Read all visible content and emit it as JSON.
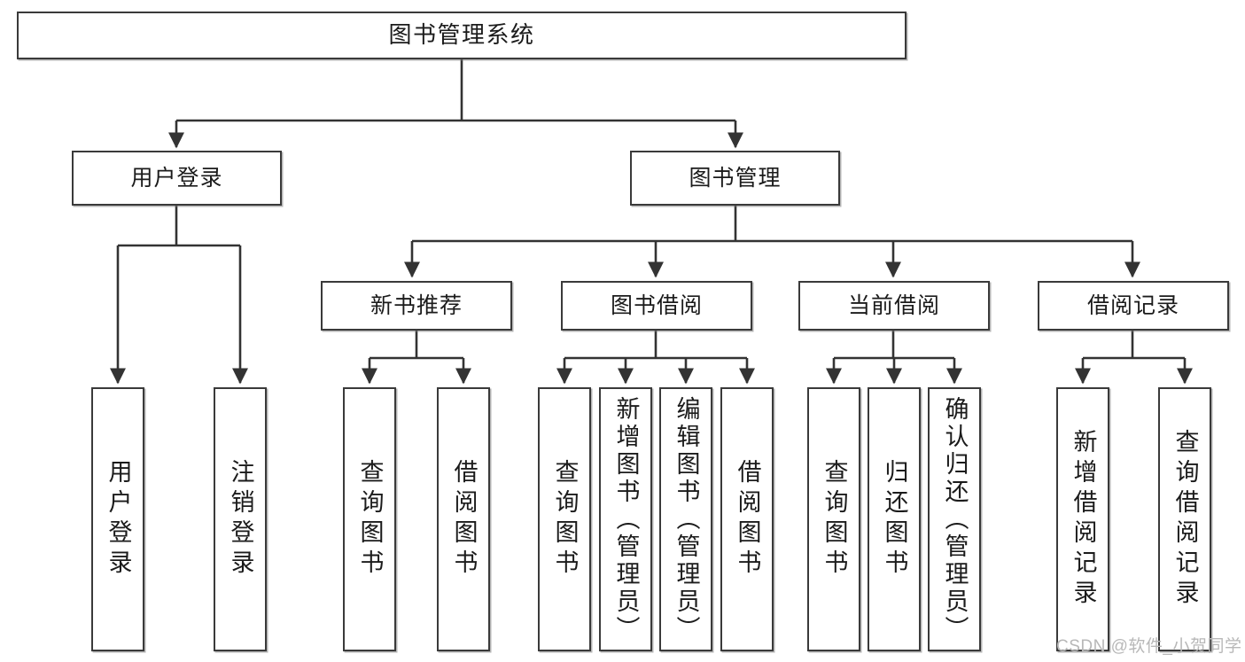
{
  "diagram": {
    "title": "图书管理系统",
    "type": "tree-hierarchy",
    "orientation": "top-down",
    "colors": {
      "box_border": "#3a3a3a",
      "box_fill": "#ffffff",
      "connector": "#333333",
      "text": "#1b1b1b",
      "watermark": "#b8b8b8"
    }
  },
  "root": {
    "label": "图书管理系统"
  },
  "level2": [
    {
      "label": "用户登录"
    },
    {
      "label": "图书管理"
    }
  ],
  "level3": [
    {
      "label": "新书推荐"
    },
    {
      "label": "图书借阅"
    },
    {
      "label": "当前借阅"
    },
    {
      "label": "借阅记录"
    }
  ],
  "leaves": {
    "user_login": [
      {
        "label": "用户登录"
      },
      {
        "label": "注销登录"
      }
    ],
    "new_book_recommend": [
      {
        "label": "查询图书"
      },
      {
        "label": "借阅图书"
      }
    ],
    "book_borrow": [
      {
        "label": "查询图书"
      },
      {
        "label": "新增图书（管理员）"
      },
      {
        "label": "编辑图书（管理员）"
      },
      {
        "label": "借阅图书"
      }
    ],
    "current_borrow": [
      {
        "label": "查询图书"
      },
      {
        "label": "归还图书"
      },
      {
        "label": "确认归还（管理员）"
      }
    ],
    "borrow_records": [
      {
        "label": "新增借阅记录"
      },
      {
        "label": "查询借阅记录"
      }
    ]
  },
  "watermark": {
    "text": "CSDN @软件_小贺同学"
  }
}
